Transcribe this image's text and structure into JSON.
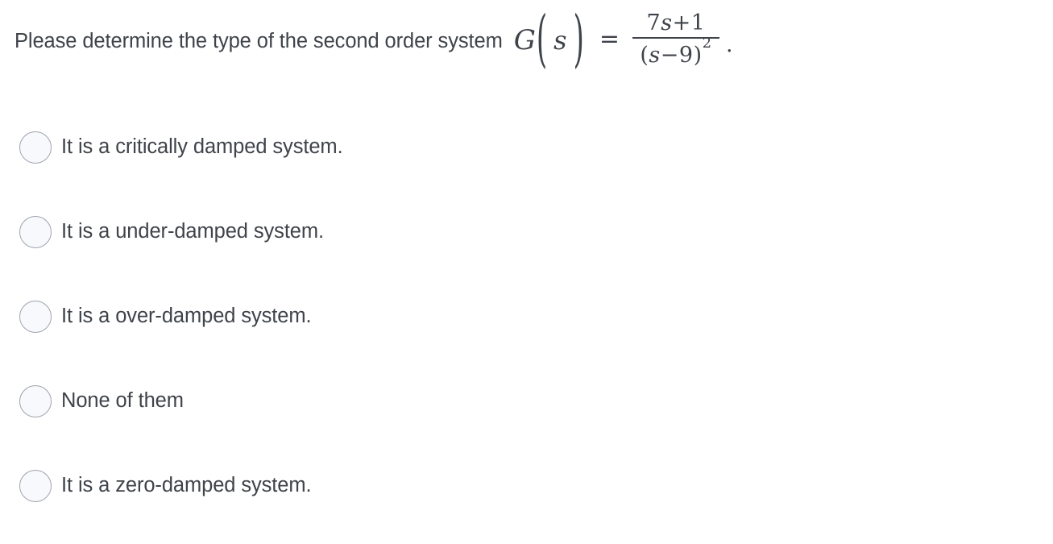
{
  "question": {
    "text": "Please determine the type of the second order system",
    "formula": {
      "function_name": "G",
      "variable": "s",
      "equals": "=",
      "numerator": "7s+1",
      "numerator_coefficient": "7",
      "numerator_constant": "1",
      "denominator": "(s−9)²",
      "denominator_root": "9",
      "denominator_exponent": "2",
      "trailing_punctuation": ".",
      "plain_text": "G(s) = (7s+1)/(s−9)^2 ."
    }
  },
  "options": [
    {
      "id": "opt-critically-damped",
      "label": "It is a critically damped system.",
      "selected": false
    },
    {
      "id": "opt-under-damped",
      "label": "It is a under-damped system.",
      "selected": false
    },
    {
      "id": "opt-over-damped",
      "label": "It is a over-damped system.",
      "selected": false
    },
    {
      "id": "opt-none-of-them",
      "label": "None of them",
      "selected": false
    },
    {
      "id": "opt-zero-damped",
      "label": "It is a zero-damped system.",
      "selected": false
    }
  ],
  "style": {
    "background": "#ffffff",
    "text_color": "#3f434a",
    "radio_border": "#9fa3ad",
    "radio_fill": "#f8f9fc"
  },
  "math_glyphs": {
    "open_paren": "(",
    "close_paren": ")",
    "minus": "−",
    "plus": "+",
    "equals": "=",
    "period": "."
  }
}
